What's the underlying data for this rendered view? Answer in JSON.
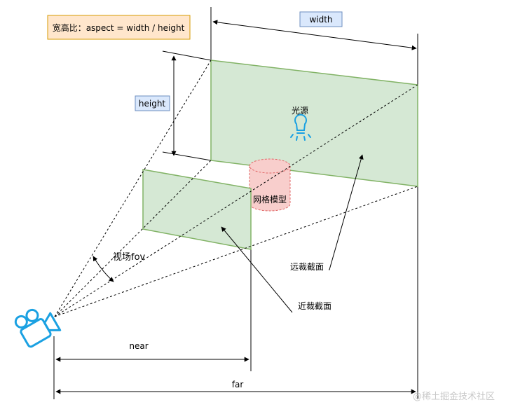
{
  "labels": {
    "aspect": "宽高比：aspect = width / height",
    "width": "width",
    "height": "height",
    "light_source": "光源",
    "mesh_model": "网格模型",
    "fov": "视场fov",
    "far_plane": "远裁截面",
    "near_plane": "近裁截面",
    "near": "near",
    "far": "far",
    "watermark": "@稀土掘金技术社区"
  },
  "icons": {
    "camera": "video-camera-icon",
    "light": "light-bulb-icon"
  },
  "colors": {
    "plane_fill": "#d5e8d4",
    "plane_stroke": "#82b366",
    "mesh_fill": "#f8cecc",
    "mesh_stroke": "#e06666",
    "label_fill": "#dae8fc",
    "label_stroke": "#6c8ebf",
    "aspect_fill": "#ffe6cc",
    "aspect_stroke": "#d79b00",
    "icon_blue": "#1ba1e2",
    "line": "#000000",
    "watermark": "#c8c8c8"
  }
}
